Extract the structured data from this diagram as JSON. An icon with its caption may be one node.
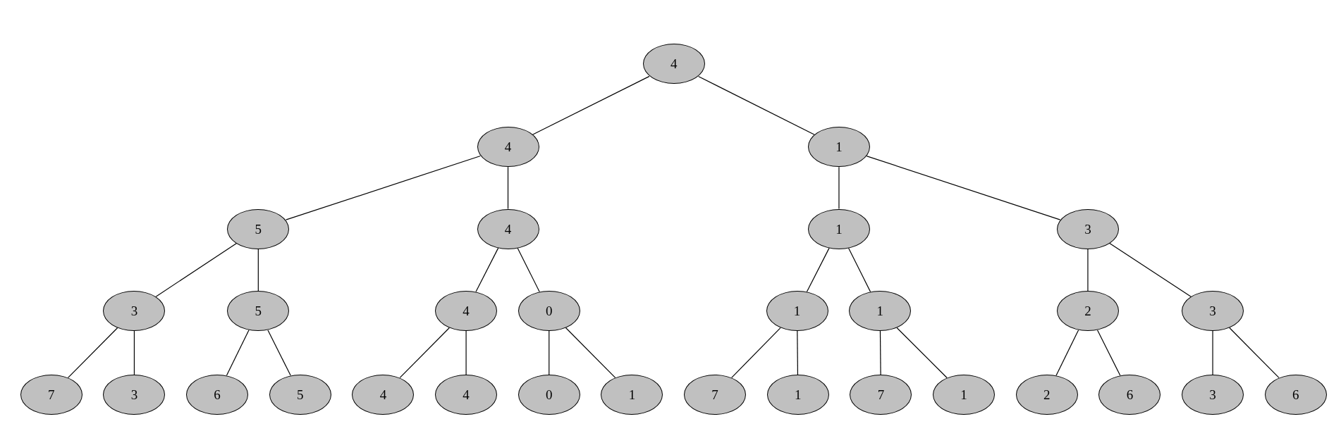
{
  "diagram": {
    "nodes": [
      {
        "text": [
          "4"
        ]
      },
      {
        "text": [
          "4"
        ]
      },
      {
        "text": [
          "1"
        ]
      },
      {
        "text": [
          "5"
        ]
      },
      {
        "text": [
          "4"
        ]
      },
      {
        "text": [
          "1"
        ]
      },
      {
        "text": [
          "3"
        ]
      },
      {
        "text": [
          "3"
        ]
      },
      {
        "text": [
          "5"
        ]
      },
      {
        "text": [
          "4"
        ]
      },
      {
        "text": [
          "0"
        ]
      },
      {
        "text": [
          "1"
        ]
      },
      {
        "text": [
          "1"
        ]
      },
      {
        "text": [
          "2"
        ]
      },
      {
        "text": [
          "3"
        ]
      },
      {
        "text": [
          "7"
        ]
      },
      {
        "text": [
          "3"
        ]
      },
      {
        "text": [
          "6"
        ]
      },
      {
        "text": [
          "5"
        ]
      },
      {
        "text": [
          "4"
        ]
      },
      {
        "text": [
          "4"
        ]
      },
      {
        "text": [
          "0"
        ]
      },
      {
        "text": [
          "1"
        ]
      },
      {
        "text": [
          "7"
        ]
      },
      {
        "text": [
          "1"
        ]
      },
      {
        "text": [
          "7"
        ]
      },
      {
        "text": [
          "1"
        ]
      },
      {
        "text": [
          "2"
        ]
      },
      {
        "text": [
          "6"
        ]
      },
      {
        "text": [
          "3"
        ]
      },
      {
        "text": [
          "6"
        ]
      }
    ],
    "edges": [
      {
        "from": 0,
        "to": 1,
        "arrow": "none"
      },
      {
        "from": 0,
        "to": 2,
        "arrow": "none"
      },
      {
        "from": 1,
        "to": 3,
        "arrow": "none"
      },
      {
        "from": 1,
        "to": 4,
        "arrow": "none"
      },
      {
        "from": 2,
        "to": 5,
        "arrow": "none"
      },
      {
        "from": 2,
        "to": 6,
        "arrow": "none"
      },
      {
        "from": 3,
        "to": 7,
        "arrow": "none"
      },
      {
        "from": 3,
        "to": 8,
        "arrow": "none"
      },
      {
        "from": 4,
        "to": 9,
        "arrow": "none"
      },
      {
        "from": 4,
        "to": 10,
        "arrow": "none"
      },
      {
        "from": 5,
        "to": 11,
        "arrow": "none"
      },
      {
        "from": 5,
        "to": 12,
        "arrow": "none"
      },
      {
        "from": 6,
        "to": 13,
        "arrow": "none"
      },
      {
        "from": 6,
        "to": 14,
        "arrow": "none"
      },
      {
        "from": 7,
        "to": 15,
        "arrow": "none"
      },
      {
        "from": 7,
        "to": 16,
        "arrow": "none"
      },
      {
        "from": 8,
        "to": 17,
        "arrow": "none"
      },
      {
        "from": 8,
        "to": 18,
        "arrow": "none"
      },
      {
        "from": 9,
        "to": 19,
        "arrow": "none"
      },
      {
        "from": 9,
        "to": 20,
        "arrow": "none"
      },
      {
        "from": 10,
        "to": 21,
        "arrow": "none"
      },
      {
        "from": 10,
        "to": 22,
        "arrow": "none"
      },
      {
        "from": 11,
        "to": 23,
        "arrow": "none"
      },
      {
        "from": 11,
        "to": 24,
        "arrow": "none"
      },
      {
        "from": 12,
        "to": 25,
        "arrow": "none"
      },
      {
        "from": 12,
        "to": 26,
        "arrow": "none"
      },
      {
        "from": 13,
        "to": 27,
        "arrow": "none"
      },
      {
        "from": 13,
        "to": 28,
        "arrow": "none"
      },
      {
        "from": 14,
        "to": 29,
        "arrow": "none"
      },
      {
        "from": 14,
        "to": 30,
        "arrow": "none"
      }
    ]
  }
}
